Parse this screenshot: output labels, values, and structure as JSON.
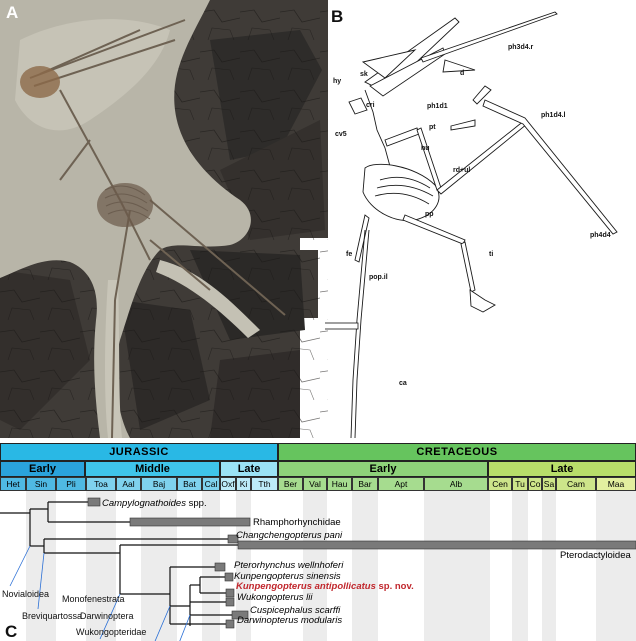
{
  "panels": {
    "a": "A",
    "b": "B",
    "c": "C"
  },
  "bone_labels": {
    "ph3d4r": "ph3d4.r",
    "sk": "sk",
    "d": "d",
    "hy": "hy",
    "cri": "cri",
    "cv5": "cv5",
    "ph1d1": "ph1d1",
    "pt": "pt",
    "ph1d4l": "ph1d4.l",
    "hu": "hu",
    "rdul": "rd+ul",
    "pp": "pp",
    "fe": "fe",
    "ti": "ti",
    "popil": "pop.il",
    "ph4d4": "ph4d4",
    "ca": "ca"
  },
  "timescale": {
    "periods": [
      "JURASSIC",
      "CRETACEOUS"
    ],
    "epochs": [
      "Early",
      "Middle",
      "Late",
      "Early",
      "Late"
    ],
    "stages": [
      "Het",
      "Sin",
      "Pli",
      "Toa",
      "Aal",
      "Baj",
      "Bat",
      "Cal",
      "Oxf",
      "Ki",
      "Tth",
      "Ber",
      "Val",
      "Hau",
      "Bar",
      "Apt",
      "Alb",
      "Cen",
      "Tu",
      "Co",
      "Sa",
      "Cam",
      "Maa"
    ],
    "colors": {
      "jurassic": "#29b8e5",
      "jurassic_early": "#2aa3dc",
      "jurassic_middle": "#3fc5ea",
      "jurassic_late": "#9be3f5",
      "cretaceous": "#66c45e",
      "cretaceous_early": "#8ed27a",
      "cretaceous_late": "#b8dd6a"
    }
  },
  "taxa": {
    "campylognathoides": "Campylognathoides",
    "campylognathoides_suffix": " spp.",
    "rhamphorhynchidae": "Rhamphorhynchidae",
    "changchengopterus": "Changchengopterus pani",
    "pterodactyloidea": "Pterodactyloidea",
    "pterorhynchus": "Pterorhynchus wellnhoferi",
    "kunpengopterus_sinensis": "Kunpengopterus sinensis",
    "kunpengopterus_new": "Kunpengopterus antipollicatus",
    "kunpengopterus_new_suffix": " sp. nov.",
    "wukongopterus": "Wukongopterus lii",
    "cuspicephalus": "Cuspicephalus scarffi",
    "darwinopterus": "Darwinopterus modularis"
  },
  "clades": {
    "novialoidea": "Novialoidea",
    "breviquartossa": "Breviquartossa",
    "monofenestrata": "Monofenestrata",
    "darwinoptera": "Darwinoptera",
    "wukongopteridae": "Wukongopteridae"
  }
}
